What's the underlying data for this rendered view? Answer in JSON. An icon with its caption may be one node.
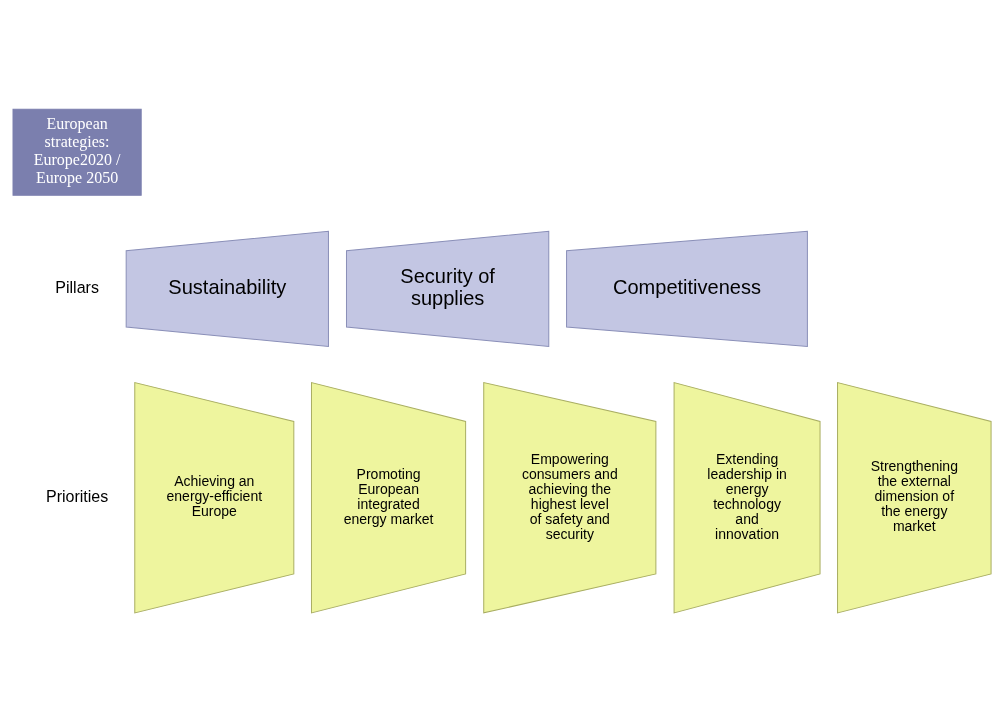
{
  "diagram": {
    "nodes": [
      {
        "text": [
          "European strategies: Europe2020 / Europe 2050"
        ]
      },
      {
        "text": [
          "Sustainability"
        ]
      },
      {
        "text": [
          "Security of supplies"
        ]
      },
      {
        "text": [
          "Competitiveness"
        ]
      },
      {
        "text": [
          "Achieving an energy-efficient Europe"
        ]
      },
      {
        "text": [
          "Promoting European integrated energy market"
        ]
      },
      {
        "text": [
          "Empowering consumers and achieving the highest level of safety and security"
        ]
      },
      {
        "text": [
          "Extending leadership in energy technology and innovation"
        ]
      },
      {
        "text": [
          "Strengthening the external dimension of the energy market"
        ]
      }
    ],
    "edges": [],
    "labels": [
      "Pillars",
      "Priorities"
    ]
  }
}
